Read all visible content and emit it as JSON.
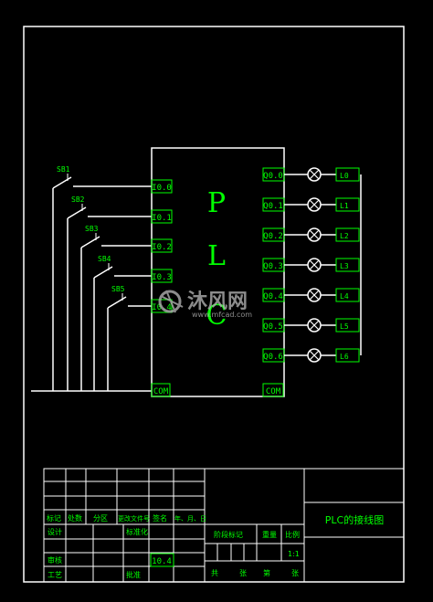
{
  "drawing": {
    "plc_letters": [
      "P",
      "L",
      "C"
    ],
    "inputs": [
      {
        "switch": "SB1",
        "terminal": "I0.0"
      },
      {
        "switch": "SB2",
        "terminal": "I0.1"
      },
      {
        "switch": "SB3",
        "terminal": "I0.2"
      },
      {
        "switch": "SB4",
        "terminal": "I0.3"
      },
      {
        "switch": "SB5",
        "terminal": "I0.4"
      }
    ],
    "outputs": [
      {
        "terminal": "Q0.0",
        "lamp": "L0"
      },
      {
        "terminal": "Q0.1",
        "lamp": "L1"
      },
      {
        "terminal": "Q0.2",
        "lamp": "L2"
      },
      {
        "terminal": "Q0.3",
        "lamp": "L3"
      },
      {
        "terminal": "Q0.4",
        "lamp": "L4"
      },
      {
        "terminal": "Q0.5",
        "lamp": "L5"
      },
      {
        "terminal": "Q0.6",
        "lamp": "L6"
      }
    ],
    "com_left": "COM",
    "com_right": "COM"
  },
  "title_block": {
    "drawing_title": "PLC的接线图",
    "rev_headers": [
      "标记",
      "处数",
      "分区",
      "更改文件号",
      "签名",
      "年、月、日"
    ],
    "row_design": "设计",
    "row_standard": "标准化",
    "row_review": "审核",
    "row_process": "工艺",
    "row_approve": "批准",
    "stage_mark": "阶段标记",
    "weight": "重量",
    "scale": "比例",
    "scale_value": "1:1",
    "sheet_total": "共",
    "sheet_label": "张",
    "sheet_page": "第",
    "sheet_label2": "张",
    "field_value": "10.4"
  },
  "watermark": {
    "text": "沐风网",
    "url": "www.mfcad.com"
  },
  "colors": {
    "line": "#ffffff",
    "text": "#00ff00",
    "background": "#000000",
    "watermark": "#b0b0b0"
  }
}
